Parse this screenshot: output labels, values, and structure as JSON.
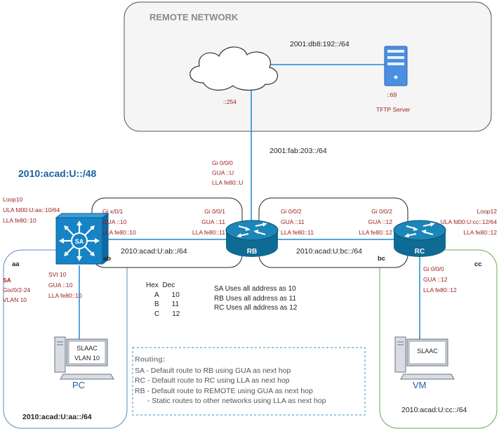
{
  "remote": {
    "title": "REMOTE NETWORK",
    "net": "2001:db8:192::/64",
    "cloud_addr": "::254",
    "server_addr": "::69",
    "server_label": "TFTP Server"
  },
  "transit": {
    "net": "2001:fab:203::/64"
  },
  "prefix": "2010:acad:U::/48",
  "rb": {
    "name": "RB",
    "g000": [
      "Gi 0/0/0",
      "GUA ::U",
      "LLA fe80::U"
    ],
    "g001": [
      "Gi 0/0/1",
      "GUA ::11",
      "LLA fe80::11"
    ],
    "g002": [
      "Gi 0/0/2",
      "GUA ::11",
      "LLA fe80::11"
    ]
  },
  "sa": {
    "name": "SA",
    "loop": [
      "Loop10",
      "ULA fd00:U:aa::10/64",
      "LLA fe80::10"
    ],
    "gi": [
      "Gi x/0/1",
      "GUA ::10",
      "LLA fe80::10"
    ],
    "svi": [
      "SVI 10",
      "GUA ::10",
      "LLA fe80::10"
    ],
    "ports": [
      "SA",
      "Gix/0/2-24",
      "VLAN 10"
    ]
  },
  "rc": {
    "name": "RC",
    "loop": [
      "Loop12",
      "ULA fd00:U:cc::12/64",
      "LLA fe80::12"
    ],
    "g002": [
      "Gi 0/0/2",
      "GUA ::12",
      "LLA fe80::12"
    ],
    "g000": [
      "Gi 0/0/0",
      "GUA ::12",
      "LLA fe80::12"
    ]
  },
  "links": {
    "ab_net": "2010:acad:U:ab::/64",
    "ab": "ab",
    "bc_net": "2010:acad:U:bc::/64",
    "bc": "bc"
  },
  "lans": {
    "aa": "aa",
    "aa_net": "2010:acad:U:aa::/64",
    "cc": "cc",
    "cc_net": "2010:acad:U:cc::/64"
  },
  "pc": {
    "screen": [
      "SLAAC",
      "VLAN 10"
    ],
    "label": "PC"
  },
  "vm": {
    "screen": [
      "SLAAC"
    ],
    "label": "VM"
  },
  "hex": {
    "header": [
      "Hex",
      "Dec"
    ],
    "rows": [
      [
        "A",
        "10"
      ],
      [
        "B",
        "11"
      ],
      [
        "C",
        "12"
      ]
    ]
  },
  "uses": [
    "SA Uses all address as 10",
    "RB Uses all address as 11",
    "RC Uses all address as 12"
  ],
  "routing": {
    "title": "Routing:",
    "lines": [
      "SA - Default route to RB using GUA as next hop",
      "RC - Default route to RC using LLA as next hop",
      "RB - Default route to REMOTE using GUA as next hop",
      "- Static routes to other networks using LLA as next hop"
    ]
  },
  "colors": {
    "router": "#0f6b94",
    "switch": "#1683c4",
    "link": "#1a88d6",
    "lan_left": "#5b88c9",
    "lan_right": "#6aa84f"
  }
}
